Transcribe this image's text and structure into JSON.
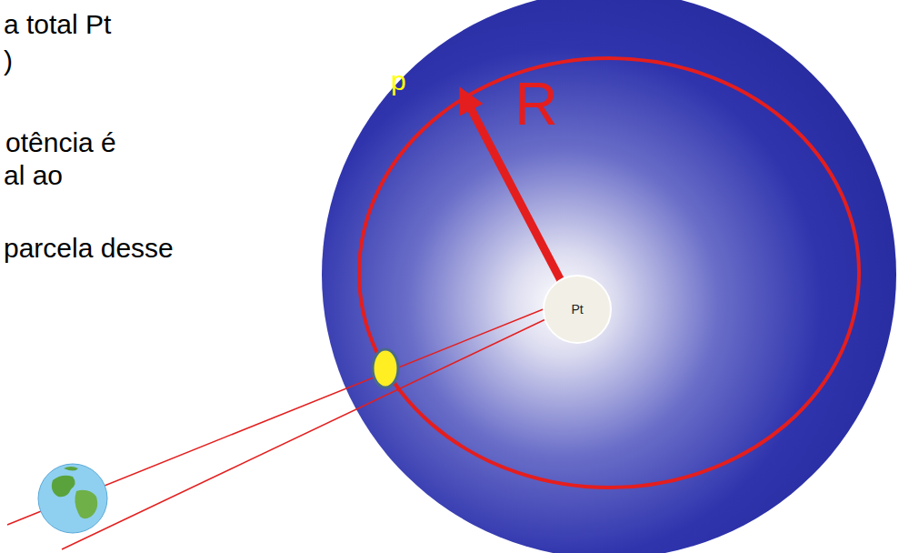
{
  "diagram": {
    "nodes": [
      {
        "text": [
          "Pt"
        ]
      }
    ],
    "labels": [
      "a total Pt",
      ")",
      "otência é",
      "al ao",
      "parcela desse",
      "p",
      "R"
    ]
  }
}
